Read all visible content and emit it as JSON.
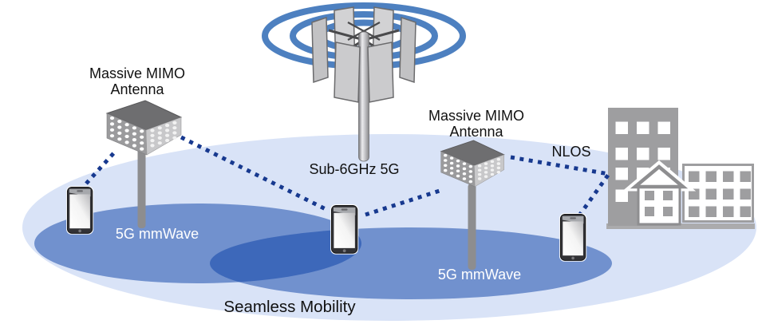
{
  "figure": {
    "type": "5g-network-architecture-diagram",
    "macro_tower": {
      "label": "Sub-6GHz 5G"
    },
    "mimo_left": {
      "label_line1": "Massive MIMO",
      "label_line2": "Antenna",
      "cell_label": "5G mmWave"
    },
    "mimo_right": {
      "label_line1": "Massive MIMO",
      "label_line2": "Antenna",
      "cell_label": "5G mmWave"
    },
    "nlos": {
      "label": "NLOS"
    },
    "coverage": {
      "label": "Seamless Mobility"
    },
    "colors": {
      "coverage_light": "#d9e3f7",
      "small_cell_overlay": "rgba(9,64,165,0.5)",
      "link_dash": "#17398f",
      "wave_ring": "#4d80c0",
      "structure_gray": "#9e9ea0",
      "label_white": "#ffffff",
      "label_black": "#111111"
    }
  }
}
